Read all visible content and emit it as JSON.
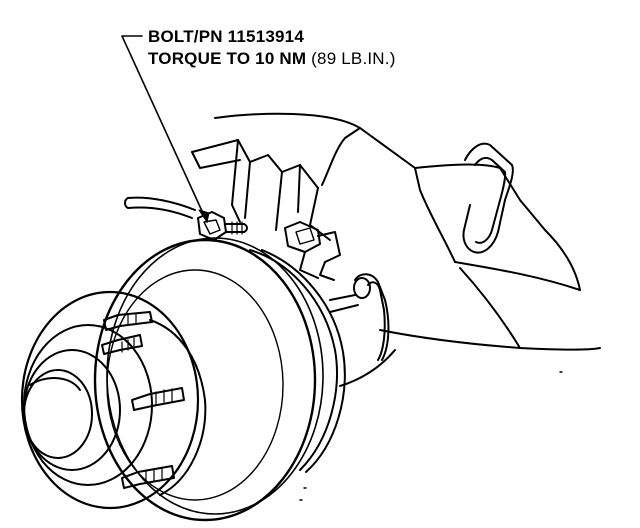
{
  "callout": {
    "part": "BOLT/PN 11513914",
    "torque_main": "TORQUE TO 10 NM",
    "torque_imperial": "(89 LB.IN.)"
  },
  "colors": {
    "line": "#000000",
    "background": "#ffffff"
  }
}
